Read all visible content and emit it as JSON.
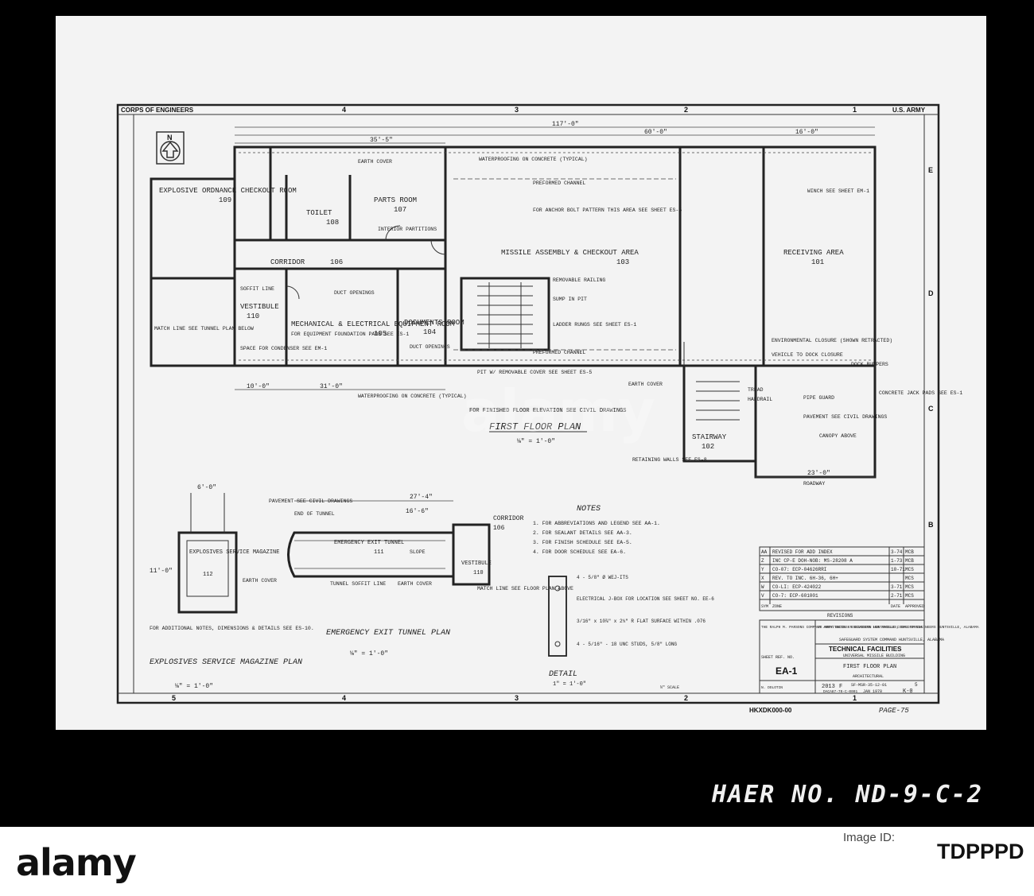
{
  "border": {
    "left": "CORPS OF ENGINEERS",
    "right": "U.S. ARMY",
    "cols_top": [
      "4",
      "3",
      "2",
      "1"
    ],
    "cols_bottom": [
      "5",
      "4",
      "3",
      "2",
      "1"
    ],
    "rows": [
      "E",
      "D",
      "C",
      "B"
    ]
  },
  "plan": {
    "title": "FIRST FLOOR PLAN",
    "scale": "⅛\" = 1'-0\"",
    "floor_note": "FOR FINISHED FLOOR ELEVATION SEE CIVIL DRAWINGS",
    "north": "N",
    "dimensions": {
      "overall": "117'-0\"",
      "d60": "60'-0\"",
      "d35": "35'-5\"",
      "d16": "16'-0\"",
      "d23": "23'-0\"",
      "d31": "31'-0\"",
      "d10": "10'-0\""
    },
    "rooms": [
      {
        "name": "EXPLOSIVE ORDNANCE CHECKOUT ROOM",
        "num": "109"
      },
      {
        "name": "TOILET",
        "num": "108"
      },
      {
        "name": "PARTS ROOM",
        "num": "107"
      },
      {
        "name": "CORRIDOR",
        "num": "106"
      },
      {
        "name": "VESTIBULE",
        "num": "110"
      },
      {
        "name": "MECHANICAL & ELECTRICAL EQUIPMENT ROOM",
        "num": "105"
      },
      {
        "name": "DOCUMENTS ROOM",
        "num": "104"
      },
      {
        "name": "MISSILE ASSEMBLY & CHECKOUT AREA",
        "num": "103"
      },
      {
        "name": "RECEIVING AREA",
        "num": "101"
      },
      {
        "name": "STAIRWAY",
        "num": "102"
      }
    ],
    "labels": {
      "earth_cover": "EARTH COVER",
      "waterproofing": "WATERPROOFING ON CONCRETE (TYPICAL)",
      "preformed_channel": "PREFORMED CHANNEL",
      "anchor_bolt": "FOR ANCHOR BOLT PATTERN THIS AREA SEE SHEET ES-5",
      "winch": "WINCH SEE SHEET EM-1",
      "interior_partitions": "INTERIOR PARTITIONS",
      "removable_railing": "REMOVABLE RAILING",
      "sump": "SUMP IN PIT",
      "ladder_rungs": "LADDER RUNGS SEE SHEET ES-1",
      "pit_cover": "PIT W/ REMOVABLE COVER SEE SHEET ES-5",
      "duct_openings": "DUCT OPENINGS",
      "equip_pads": "FOR EQUIPMENT FOUNDATION PADS SEE ES-1",
      "condenser": "SPACE FOR CONDENSER SEE EM-1",
      "match_line": "MATCH LINE SEE TUNNEL PLAN BELOW",
      "soffit": "SOFFIT LINE",
      "environmental": "ENVIRONMENTAL CLOSURE (SHOWN RETRACTED)",
      "vehicle_dock": "VEHICLE TO DOCK CLOSURE",
      "dock_bumpers": "DOCK BUMPERS",
      "concrete_jack": "CONCRETE JACK PADS SEE ES-1",
      "pipe_guard": "PIPE GUARD",
      "pavement": "PAVEMENT SEE CIVIL DRAWINGS",
      "canopy": "CANOPY ABOVE",
      "retaining": "RETAINING WALLS SEE ES-8",
      "roadway": "ROADWAY",
      "tread": "TREAD",
      "handrail": "HANDRAIL"
    }
  },
  "magazine": {
    "title": "EXPLOSIVES SERVICE MAGAZINE PLAN",
    "scale": "⅛\" = 1'-0\"",
    "room": "EXPLOSIVES SERVICE MAGAZINE",
    "num": "112",
    "width": "6'-0\"",
    "depth": "11'-0\"",
    "earth_cover": "EARTH COVER",
    "note": "FOR ADDITIONAL NOTES, DIMENSIONS & DETAILS SEE ES-10."
  },
  "tunnel": {
    "title": "EMERGENCY EXIT TUNNEL PLAN",
    "scale": "⅛\" = 1'-0\"",
    "room": "EMERGENCY EXIT TUNNEL",
    "num": "111",
    "length": "27'-4\"",
    "inner": "16'-6\"",
    "corridor": "CORRIDOR",
    "corridor_num": "106",
    "vestibule": "VESTIBULE",
    "vestibule_num": "110",
    "end": "END OF TUNNEL",
    "pavement": "PAVEMENT SEE CIVIL DRAWINGS",
    "slope": "SLOPE",
    "soffit": "TUNNEL SOFFIT LINE",
    "earth": "EARTH COVER",
    "match": "MATCH LINE SEE FLOOR PLAN ABOVE"
  },
  "notes": {
    "title": "NOTES",
    "items": [
      "1. FOR ABBREVIATIONS AND LEGEND SEE AA-1.",
      "2. FOR SEALANT DETAILS SEE AA-3.",
      "3. FOR FINISH SCHEDULE SEE EA-5.",
      "4. FOR DOOR SCHEDULE SEE EA-6."
    ]
  },
  "detail": {
    "title": "DETAIL",
    "scale": "1\" = 1'-0\"",
    "notes": [
      "4 - 5/8\" Ø WEJ-ITS",
      "ELECTRICAL J-BOX FOR LOCATION SEE SHEET NO. EE-6",
      "3/16\" x 10⅞\" x 2¼\" R FLAT SURFACE WITHIN .076",
      "4 - 5/16\" - 18 UNC STUDS, 5/8\" LONG"
    ]
  },
  "revisions": {
    "rows": [
      {
        "sym": "AA",
        "desc": "REVISED FOR ADD INDEX",
        "date": "3-74",
        "appr": "MCB"
      },
      {
        "sym": "Z",
        "desc": "INC CP-E DOH-NOB: MS-28208 A",
        "date": "1-73",
        "appr": "MCB"
      },
      {
        "sym": "Y",
        "desc": "CO-07: ECP-04626RRI",
        "date": "10-71",
        "appr": "MCS"
      },
      {
        "sym": "X",
        "desc": "REV. TO INC. 6H-36, 6H+",
        "date": "",
        "appr": "MCS"
      },
      {
        "sym": "W",
        "desc": "CO-LI: ECP-424022",
        "date": "3-71",
        "appr": "MCS"
      },
      {
        "sym": "V",
        "desc": "CO-7: ECP-601001",
        "date": "2-71",
        "appr": "MCS"
      }
    ],
    "header": {
      "sym": "SYM",
      "zone": "ZONE",
      "date": "DATE",
      "approved": "APPROVED"
    },
    "label": "REVISIONS"
  },
  "title_block": {
    "architect": "THE RALPH M. PARSONS COMPANY ARCHITECTS - ENGINEERS LOS ANGELES, CALIFORNIA",
    "agency": "US ARMY ENGINEER DIVISION HUNTSVILLE CORPS OF ENGINEERS HUNTSVILLE, ALABAMA",
    "command": "SAFEGUARD SYSTEM COMMAND HUNTSVILLE, ALABAMA",
    "project": "TECHNICAL FACILITIES",
    "building": "UNIVERSAL MISSILE BUILDING",
    "sheet_title": "FIRST FLOOR PLAN",
    "discipline": "ARCHITECTURAL",
    "sheet_ref_label": "SHEET REF. NO.",
    "sheet_ref": "EA-1",
    "file_no": "2013",
    "file_letter": "F",
    "dwg_no": "SF-MSR-35-12-01",
    "rev": "5",
    "date": "JAN 1970",
    "sheet": "K-0",
    "drawn_by": "N. DOLOTIN",
    "contract": "DACA87-70-C-0001",
    "scale_label": "½\" SCALE",
    "page": "PAGE-75",
    "catalog": "HKXDK000-00"
  },
  "haer": "HAER NO. ND-9-C-2",
  "stock": {
    "logo": "alamy",
    "id_label": "Image ID:",
    "id": "TDPPPD",
    "watermark": "alamy"
  }
}
